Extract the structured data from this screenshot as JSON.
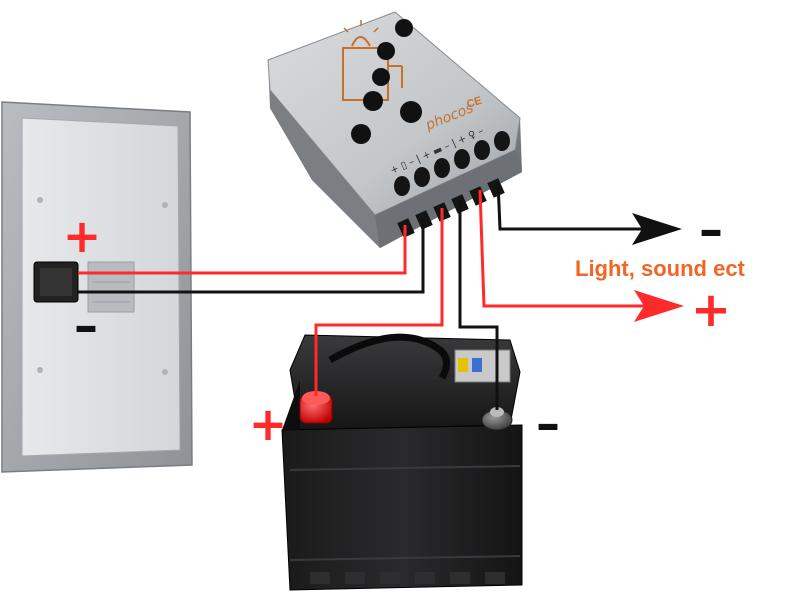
{
  "controller": {
    "brand": "phocos",
    "ce_mark": "CE",
    "terminal_marks": "+ ▯ –  | + ▬ –  | + ♀ –"
  },
  "labels": {
    "load": "Light, sound ect",
    "panel_plus": "+",
    "panel_minus": "–",
    "battery_plus": "+",
    "battery_minus": "–",
    "load_plus": "+",
    "load_minus": "–"
  },
  "colors": {
    "positive_wire": "#ff2a2a",
    "negative_wire": "#111111",
    "load_text": "#f26522",
    "controller_accent": "#c8702a"
  }
}
